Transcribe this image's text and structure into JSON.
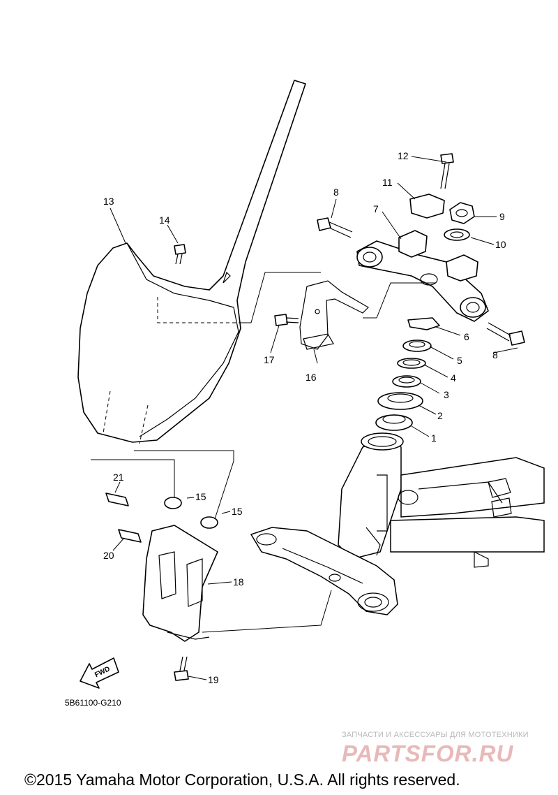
{
  "diagram": {
    "part_labels": [
      "1",
      "2",
      "3",
      "4",
      "5",
      "6",
      "7",
      "8",
      "8",
      "9",
      "10",
      "11",
      "12",
      "13",
      "14",
      "15",
      "15",
      "16",
      "17",
      "18",
      "19",
      "20",
      "21"
    ],
    "fwd_label": "FWD",
    "drawing_code": "5B61100-G210"
  },
  "watermark": {
    "tagline": "ЗАПЧАСТИ И АКСЕССУАРЫ ДЛЯ МОТОТЕХНИКИ",
    "logo": "PARTSFOR.RU"
  },
  "copyright": "©2015 Yamaha Motor Corporation, U.S.A. All rights reserved."
}
